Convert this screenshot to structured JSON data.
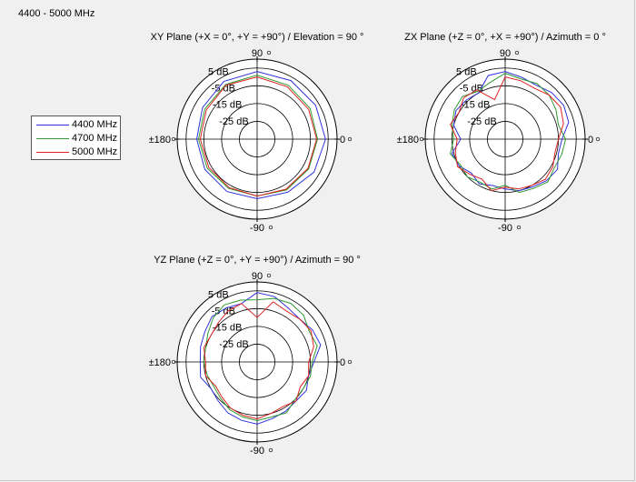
{
  "page_title": "4400 - 5000 MHz",
  "colors": {
    "4400 MHz": "#3333dd",
    "4700 MHz": "#339933",
    "5000 MHz": "#dd2222"
  },
  "legend": [
    {
      "label": "4400 MHz",
      "color": "#3333dd"
    },
    {
      "label": "4700 MHz",
      "color": "#339933"
    },
    {
      "label": "5000 MHz",
      "color": "#dd2222"
    }
  ],
  "chart_data": [
    {
      "type": "polar",
      "title": "XY Plane (+X = 0°, +Y = +90°) / Elevation = 90 °",
      "angle_labels": {
        "top": "90",
        "bottom": "-90",
        "left": "±180",
        "right": "0"
      },
      "radial_labels": [
        "5 dB",
        "-5 dB",
        "-15 dB",
        "-25 dB"
      ],
      "radial_range_db": [
        -35,
        10
      ],
      "grid_levels_db": [
        5,
        -5,
        -15,
        -25
      ],
      "angles_deg": [
        0,
        30,
        60,
        90,
        120,
        150,
        180,
        210,
        240,
        270,
        300,
        330
      ],
      "series": [
        {
          "name": "4400 MHz",
          "gain_db": [
            3.5,
            3,
            3,
            3,
            2.5,
            0.5,
            -1,
            -1,
            -1,
            -1.5,
            -0.5,
            2
          ]
        },
        {
          "name": "4700 MHz",
          "gain_db": [
            -1,
            -0.5,
            0,
            1,
            0.5,
            -1,
            -2,
            -2.5,
            -3,
            -3,
            -2,
            -1.5
          ]
        },
        {
          "name": "5000 MHz",
          "gain_db": [
            -1.5,
            -1.5,
            -1,
            0,
            0,
            -2,
            -3,
            -3.5,
            -3.5,
            -3,
            -2.5,
            -2
          ]
        }
      ]
    },
    {
      "type": "polar",
      "title": "ZX Plane (+Z = 0°, +X = +90°) / Azimuth = 0 °",
      "angle_labels": {
        "top": "90",
        "bottom": "-90",
        "left": "±180",
        "right": "0"
      },
      "radial_labels": [
        "5 dB",
        "-5 dB",
        "-15 dB",
        "-25 dB"
      ],
      "radial_range_db": [
        -35,
        10
      ],
      "grid_levels_db": [
        5,
        -5,
        -15,
        -25
      ],
      "angles_deg": [
        0,
        15,
        30,
        45,
        60,
        75,
        90,
        105,
        120,
        135,
        150,
        165,
        180,
        195,
        210,
        225,
        240,
        255,
        270,
        285,
        300,
        315,
        330,
        345
      ],
      "series": [
        {
          "name": "4400 MHz",
          "gain_db": [
            -3,
            2,
            3,
            2,
            0,
            1,
            3,
            2,
            -5,
            -4,
            -3,
            -5,
            -10,
            -4,
            -5,
            -8,
            -6,
            -8,
            -7,
            -5,
            -4,
            -2,
            -1,
            -4
          ]
        },
        {
          "name": "4700 MHz",
          "gain_db": [
            -1,
            -4,
            -2,
            0,
            1,
            0,
            2,
            -2,
            -4,
            -1,
            -2,
            -4,
            -6,
            -3,
            -6,
            -5,
            -7,
            -6,
            -9,
            -4,
            -3,
            -1,
            -3,
            -2
          ]
        },
        {
          "name": "5000 MHz",
          "gain_db": [
            -5,
            -1,
            1,
            0,
            -2,
            -1,
            0,
            -12,
            -3,
            -2,
            -5,
            -3,
            -8,
            -6,
            -4,
            -7,
            -9,
            -5,
            -8,
            -6,
            -5,
            -3,
            -4,
            -6
          ]
        }
      ]
    },
    {
      "type": "polar",
      "title": "YZ Plane (+Z = 0°, +Y = +90°) / Azimuth = 90 °",
      "angle_labels": {
        "top": "90",
        "bottom": "-90",
        "left": "±180",
        "right": "0"
      },
      "radial_labels": [
        "5 dB",
        "-5 dB",
        "-15 dB",
        "-25 dB"
      ],
      "radial_range_db": [
        -35,
        10
      ],
      "grid_levels_db": [
        5,
        -5,
        -15,
        -25
      ],
      "angles_deg": [
        0,
        15,
        30,
        45,
        60,
        75,
        90,
        105,
        120,
        135,
        150,
        165,
        180,
        195,
        210,
        225,
        240,
        255,
        270,
        285,
        300,
        315,
        330,
        345
      ],
      "series": [
        {
          "name": "4400 MHz",
          "gain_db": [
            -3,
            2,
            1,
            -1,
            0,
            3,
            4,
            -1,
            0,
            1,
            -1,
            -2,
            -3,
            -2,
            -5,
            -4,
            -2,
            -1,
            0,
            -2,
            -3,
            -4,
            -3,
            -5
          ]
        },
        {
          "name": "4700 MHz",
          "gain_db": [
            -4,
            0,
            -1,
            2,
            3,
            2,
            0,
            1,
            2,
            0,
            -3,
            -5,
            -5,
            -6,
            -7,
            -6,
            -4,
            -3,
            -2,
            -3,
            -2,
            -5,
            -5,
            -4
          ]
        },
        {
          "name": "5000 MHz",
          "gain_db": [
            -6,
            -2,
            0,
            -1,
            -2,
            0,
            -10,
            -1,
            -2,
            -4,
            -5,
            -4,
            -6,
            -5,
            -8,
            -7,
            -5,
            -4,
            -3,
            -5,
            -6,
            -4,
            -7,
            -5
          ]
        }
      ]
    }
  ]
}
